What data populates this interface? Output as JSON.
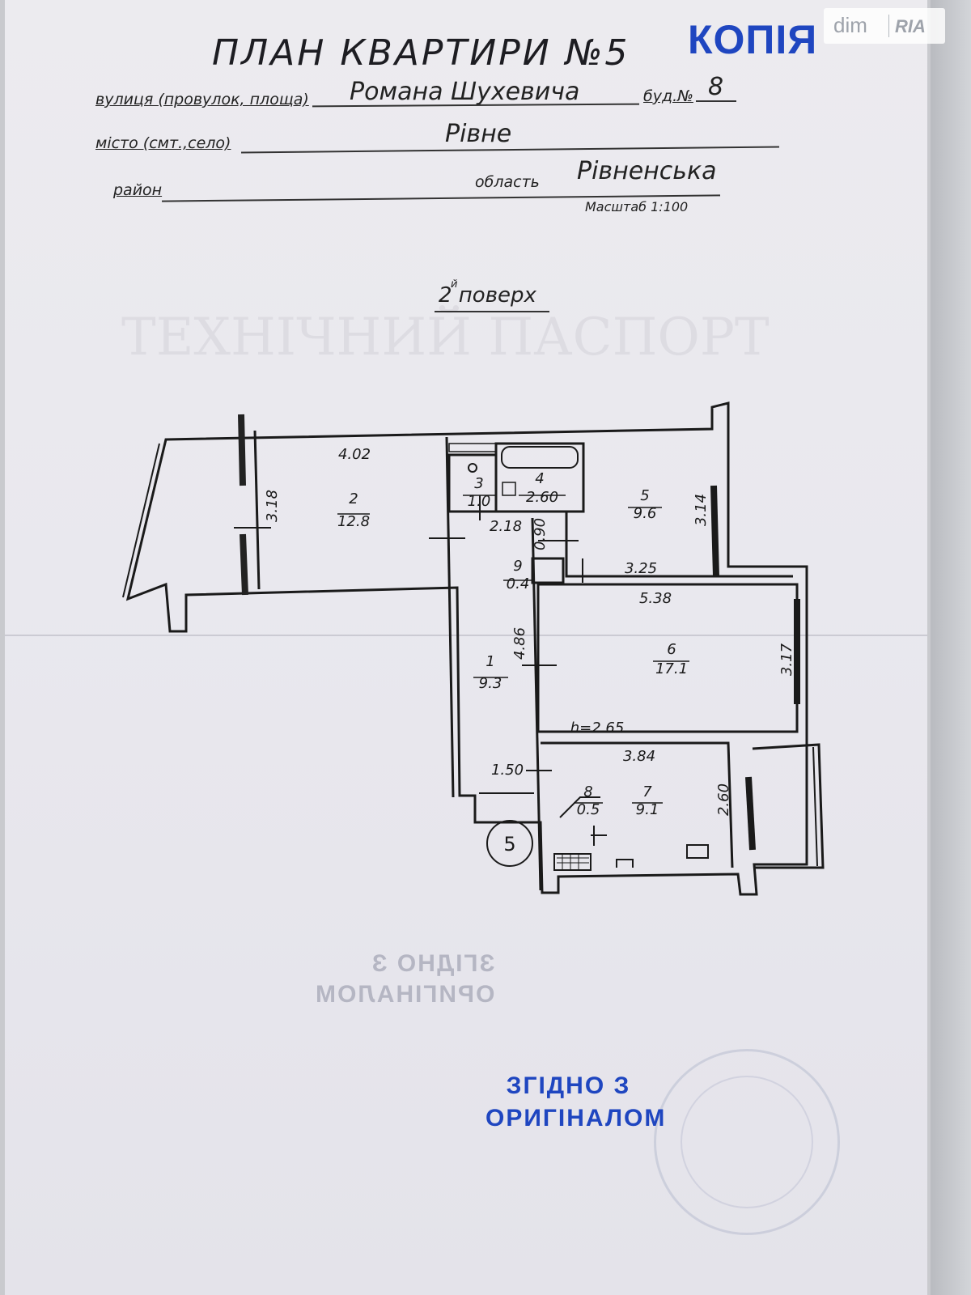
{
  "header": {
    "title": "ПЛАН КВАРТИРИ №5",
    "copy_stamp": "КОПІЯ"
  },
  "watermark": {
    "left": "dim",
    "right": "RIA"
  },
  "address": {
    "street_label": "вулиця (провулок, площа)",
    "street_value": "Романа Шухевича",
    "building_label": "буд.№",
    "building_value": "8",
    "city_label": "місто (смт.,село)",
    "city_value": "Рівне",
    "district_label": "район",
    "region_label": "область",
    "region_value": "Рівненська",
    "scale": "Масштаб 1:100"
  },
  "floor": {
    "label": "2 поверх",
    "sup": "й"
  },
  "plan": {
    "rooms": [
      {
        "num": "1",
        "area": "9.3"
      },
      {
        "num": "2",
        "area": "12.8"
      },
      {
        "num": "3",
        "area": "1.0"
      },
      {
        "num": "4",
        "area": "2.60"
      },
      {
        "num": "5",
        "area": "9.6"
      },
      {
        "num": "6",
        "area": "17.1"
      },
      {
        "num": "7",
        "area": "9.1"
      },
      {
        "num": "8",
        "area": "0.5"
      },
      {
        "num": "9",
        "area": "0.4"
      }
    ],
    "dimensions": {
      "d402": "4.02",
      "d318": "3.18",
      "d218": "2.18",
      "d090": "0.90",
      "d314": "3.14",
      "d325": "3.25",
      "d538": "5.38",
      "d486": "4.86",
      "d317": "3.17",
      "height": "h=2.65",
      "d384": "3.84",
      "d150": "1.50",
      "d260": "2.60"
    },
    "entrance_number": "5"
  },
  "stamp": {
    "line1": "ЗГІДНО З",
    "line2": "ОРИГІНАЛОМ"
  },
  "mirror_stamp": {
    "line1": "ЗГІДНО З",
    "line2": "ОРИГІНАЛОМ"
  },
  "ghost_text": {
    "passport": "ТЕХНІЧНИЙ ПАСПОРТ"
  }
}
